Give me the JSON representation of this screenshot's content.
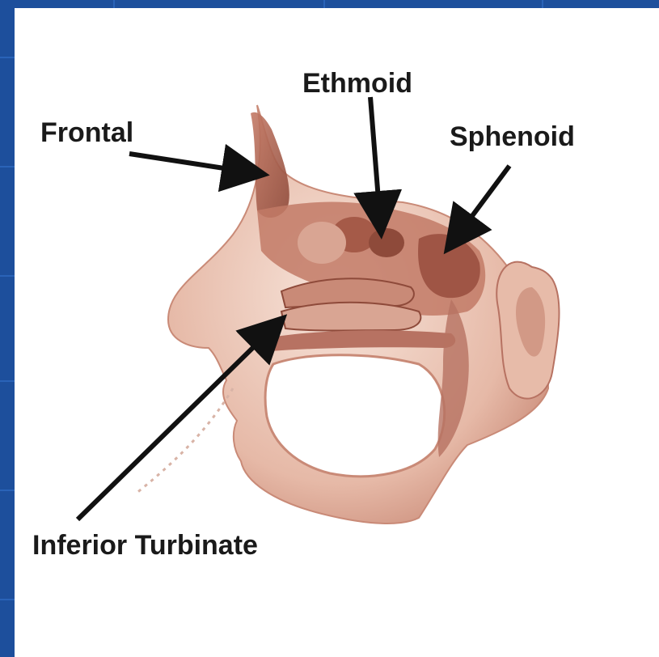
{
  "labels": {
    "frontal": "Frontal",
    "ethmoid": "Ethmoid",
    "sphenoid": "Sphenoid",
    "inferior_turbinate": "Inferior Turbinate"
  },
  "colors": {
    "slide_background": "#1d4f9c",
    "grid_line": "#2a63b8",
    "panel": "#ffffff",
    "skin": "#e8c0b0",
    "skin_dark": "#b77262",
    "bone": "#a55a48",
    "arrow": "#111111",
    "label_text": "#1a1a1a"
  }
}
